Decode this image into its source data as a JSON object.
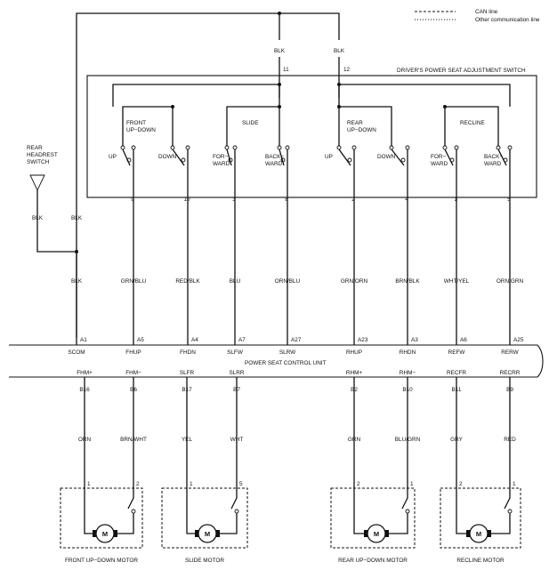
{
  "legend": {
    "can_line": "CAN line",
    "other_line": "Other communication line"
  },
  "switch_unit": {
    "title": "DRIVER'S POWER SEAT ADJUSTMENT SWITCH",
    "feeds": [
      {
        "id": "f11",
        "wire": "BLK",
        "pin": "11"
      },
      {
        "id": "f12",
        "wire": "BLK",
        "pin": "12"
      }
    ],
    "groups": [
      {
        "id": "g-front",
        "label_lines": [
          "FRONT",
          "UP−DOWN"
        ]
      },
      {
        "id": "g-slide",
        "label_lines": [
          "SLIDE"
        ]
      },
      {
        "id": "g-rear",
        "label_lines": [
          "REAR",
          "UP−DOWN"
        ]
      },
      {
        "id": "g-recline",
        "label_lines": [
          "RECLINE"
        ]
      }
    ],
    "switches": [
      {
        "label_lines": [
          "UP"
        ],
        "pin": "9"
      },
      {
        "label_lines": [
          "DOWN"
        ],
        "pin": "10"
      },
      {
        "label_lines": [
          "FOR−",
          "WARD"
        ],
        "pin": "3"
      },
      {
        "label_lines": [
          "BACK−",
          "WARD"
        ],
        "pin": "8"
      },
      {
        "label_lines": [
          "UP"
        ],
        "pin": "2"
      },
      {
        "label_lines": [
          "DOWN"
        ],
        "pin": "4"
      },
      {
        "label_lines": [
          "FOR−",
          "WARD"
        ],
        "pin": "1"
      },
      {
        "label_lines": [
          "BACK−",
          "WARD"
        ],
        "pin": "5"
      }
    ]
  },
  "headrest": {
    "label_lines": [
      "REAR",
      "HEADREST",
      "SWITCH"
    ],
    "wire": "BLK",
    "junction_wire": "BLK"
  },
  "control_unit": {
    "title": "POWER SEAT CONTROL UNIT",
    "inputs": [
      {
        "wire": "BLK",
        "pin": "A1",
        "signal": "SCOM"
      },
      {
        "wire": "GRN/BLU",
        "pin": "A5",
        "signal": "FHUP"
      },
      {
        "wire": "RED/BLK",
        "pin": "A4",
        "signal": "FHDN"
      },
      {
        "wire": "BLU",
        "pin": "A7",
        "signal": "SLFW"
      },
      {
        "wire": "ORN/BLU",
        "pin": "A27",
        "signal": "SLRW"
      },
      {
        "wire": "GRN/ORN",
        "pin": "A23",
        "signal": "RHUP"
      },
      {
        "wire": "BRN/BLK",
        "pin": "A3",
        "signal": "RHDN"
      },
      {
        "wire": "WHT/YEL",
        "pin": "A6",
        "signal": "REFW"
      },
      {
        "wire": "ORN/GRN",
        "pin": "A25",
        "signal": "RERW"
      }
    ],
    "outputs": [
      {
        "signal": "FHM+",
        "pin": "B16",
        "wire": "ORN",
        "motor_pin": "1"
      },
      {
        "signal": "FHM−",
        "pin": "B6",
        "wire": "BRN/WHT",
        "motor_pin": "2"
      },
      {
        "signal": "SLFR",
        "pin": "B17",
        "wire": "YEL",
        "motor_pin": "1"
      },
      {
        "signal": "SLRR",
        "pin": "B7",
        "wire": "WHT",
        "motor_pin": "5"
      },
      {
        "signal": "RHM+",
        "pin": "B2",
        "wire": "GRN",
        "motor_pin": "2"
      },
      {
        "signal": "RHM−",
        "pin": "B10",
        "wire": "BLU/GRN",
        "motor_pin": "1"
      },
      {
        "signal": "RECFR",
        "pin": "B11",
        "wire": "GRY",
        "motor_pin": "2"
      },
      {
        "signal": "RECRR",
        "pin": "B9",
        "wire": "RED",
        "motor_pin": "1"
      }
    ]
  },
  "motors": [
    {
      "id": "front",
      "label": "FRONT UP−DOWN MOTOR",
      "symbol": "M"
    },
    {
      "id": "slide",
      "label": "SLIDE MOTOR",
      "symbol": "M"
    },
    {
      "id": "rear",
      "label": "REAR UP−DOWN MOTOR",
      "symbol": "M"
    },
    {
      "id": "recline",
      "label": "RECLINE MOTOR",
      "symbol": "M"
    }
  ]
}
